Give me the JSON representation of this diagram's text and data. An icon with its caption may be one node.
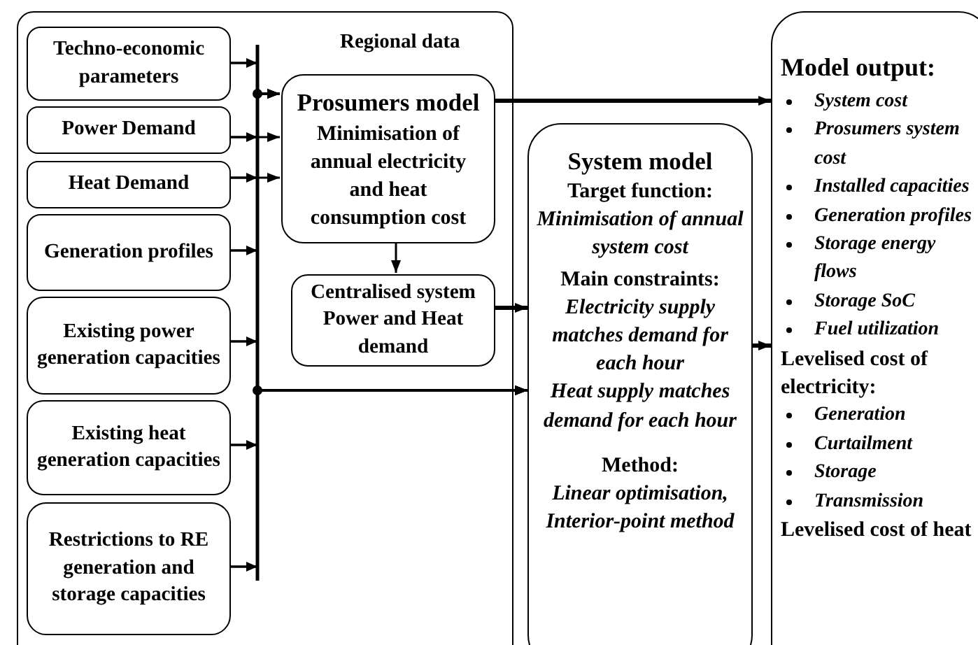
{
  "diagram": {
    "nodes": [
      {
        "text": [
          "Regional data"
        ]
      },
      {
        "text": [
          "Techno-economic parameters"
        ],
        "in": 0
      },
      {
        "text": [
          "Power Demand"
        ],
        "in": 0
      },
      {
        "text": [
          "Heat Demand"
        ],
        "in": 0
      },
      {
        "text": [
          "Generation profiles"
        ],
        "in": 0
      },
      {
        "text": [
          "Existing power generation capacities"
        ],
        "in": 0
      },
      {
        "text": [
          "Existing heat generation capacities"
        ],
        "in": 0
      },
      {
        "text": [
          "Restrictions to RE generation and storage capacities"
        ],
        "in": 0
      },
      {
        "text": [
          "Prosumers model",
          "Minimisation of annual electricity and heat consumption cost"
        ],
        "in": 0
      },
      {
        "text": [
          "Centralised system Power and Heat demand"
        ],
        "in": 0
      },
      {
        "text": [
          "System model",
          "Target function:",
          "Minimisation of annual system cost",
          "Main constraints:",
          "Electricity supply matches demand for each hour",
          "Heat supply matches demand for each hour",
          "Method:",
          "Linear optimisation, Interior-point method"
        ]
      },
      {
        "text": [
          "Model output:",
          "System cost",
          "Prosumers system cost",
          "Installed capacities",
          "Generation profiles",
          "Storage energy flows",
          "Storage SoC",
          "Fuel utilization",
          "Levelised cost of electricity:",
          "Generation",
          "Curtailment",
          "Storage",
          "Transmission",
          "Levelised cost of heat"
        ]
      }
    ],
    "edges": [
      {
        "from": 1,
        "to": 8,
        "arrow": "to"
      },
      {
        "from": 2,
        "to": 8,
        "arrow": "to"
      },
      {
        "from": 3,
        "to": 8,
        "arrow": "to"
      },
      {
        "from": 4,
        "to": 8,
        "arrow": "to"
      },
      {
        "from": 5,
        "to": 8,
        "arrow": "to"
      },
      {
        "from": 6,
        "to": 8,
        "arrow": "to"
      },
      {
        "from": 7,
        "to": 8,
        "arrow": "to"
      },
      {
        "from": 1,
        "to": 10,
        "arrow": "to"
      },
      {
        "from": 2,
        "to": 10,
        "arrow": "to"
      },
      {
        "from": 3,
        "to": 10,
        "arrow": "to"
      },
      {
        "from": 4,
        "to": 10,
        "arrow": "to"
      },
      {
        "from": 5,
        "to": 10,
        "arrow": "to"
      },
      {
        "from": 6,
        "to": 10,
        "arrow": "to"
      },
      {
        "from": 7,
        "to": 10,
        "arrow": "to"
      },
      {
        "from": 8,
        "to": 9,
        "arrow": "to"
      },
      {
        "from": 9,
        "to": 10,
        "arrow": "to",
        "style": "thick"
      },
      {
        "from": 8,
        "to": 11,
        "arrow": "to",
        "style": "thick"
      },
      {
        "from": 10,
        "to": 11,
        "arrow": "to",
        "style": "thick"
      }
    ]
  }
}
